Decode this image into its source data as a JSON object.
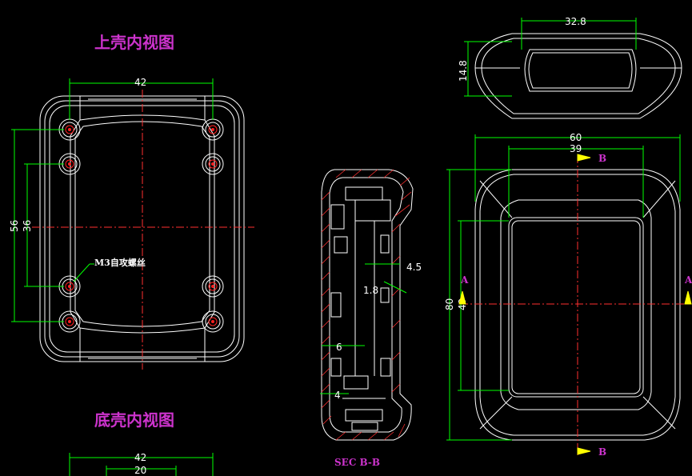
{
  "titles": {
    "top_inner_view": "上壳内视图",
    "bottom_inner_view": "底壳内视图",
    "section_label": "SEC B-B"
  },
  "notes": {
    "screw_note": "M3自攻螺丝"
  },
  "section_markers": {
    "b": "B",
    "a": "A"
  },
  "dimensions": {
    "top_width": "42",
    "top_height_outer": "56",
    "top_height_inner": "36",
    "side_width": "32.8",
    "side_height": "14.8",
    "front_width": "60",
    "front_inner_width": "39",
    "front_height": "80",
    "front_inner_height": "49",
    "section_wall": "4.5",
    "section_gap": "1.8",
    "section_rib": "6",
    "section_base": "4",
    "bottom_width": "42",
    "bottom_inner_width": "20"
  },
  "colors": {
    "background": "#000000",
    "outline": "#ffffff",
    "dimension": "#00ff00",
    "centerline": "#ff3030",
    "title": "#cc33cc",
    "marker": "#ffff00"
  }
}
